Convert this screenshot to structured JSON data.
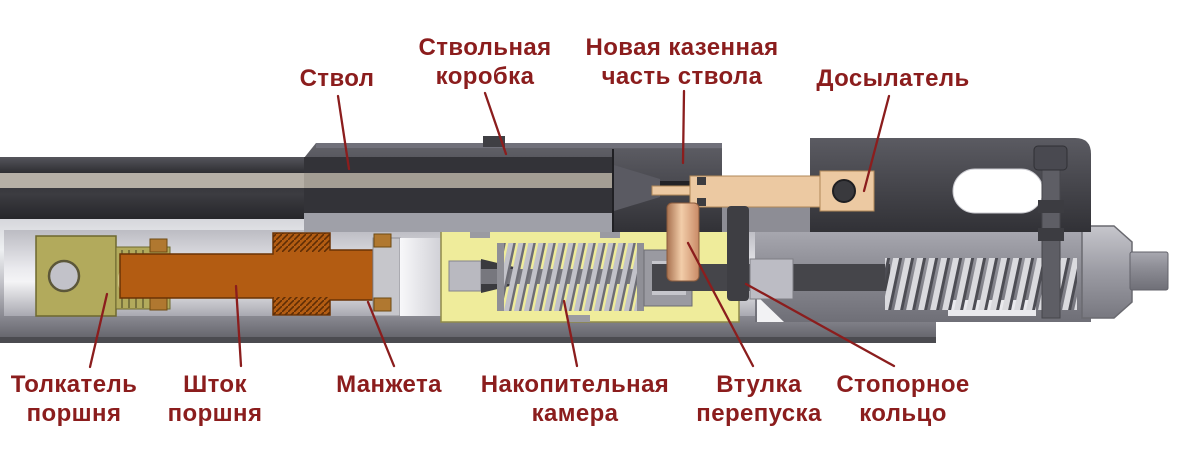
{
  "diagram_title": "Cross-section of spring-piston airgun action with part callouts",
  "labels": {
    "stvol": {
      "l1": "Ствол"
    },
    "stvolnaya": {
      "l1": "Ствольная",
      "l2": "коробка"
    },
    "kazennaya": {
      "l1": "Новая казенная",
      "l2": "часть ствола"
    },
    "dosylatel": {
      "l1": "Досылатель"
    },
    "tolkatel": {
      "l1": "Толкатель",
      "l2": "поршня"
    },
    "shtok": {
      "l1": "Шток",
      "l2": "поршня"
    },
    "manzheta": {
      "l1": "Манжета"
    },
    "kamera": {
      "l1": "Накопительная",
      "l2": "камера"
    },
    "vtulka": {
      "l1": "Втулка",
      "l2": "перепуска"
    },
    "koltso": {
      "l1": "Стопорное",
      "l2": "кольцо"
    }
  },
  "colors": {
    "label_text": "#8b1d1d",
    "chamber_yellow": "#efec9b",
    "piston_orange": "#b35c12",
    "rammer_peach": "#ecc9a2",
    "pusher_olive": "#b2aa5c",
    "bronze_accent": "#b07830",
    "bushing_copper": "#d79f83",
    "steel_dark": "#46464b",
    "steel_mid": "#8b8b92",
    "steel_light": "#c9c9cf",
    "background": "#ffffff"
  }
}
